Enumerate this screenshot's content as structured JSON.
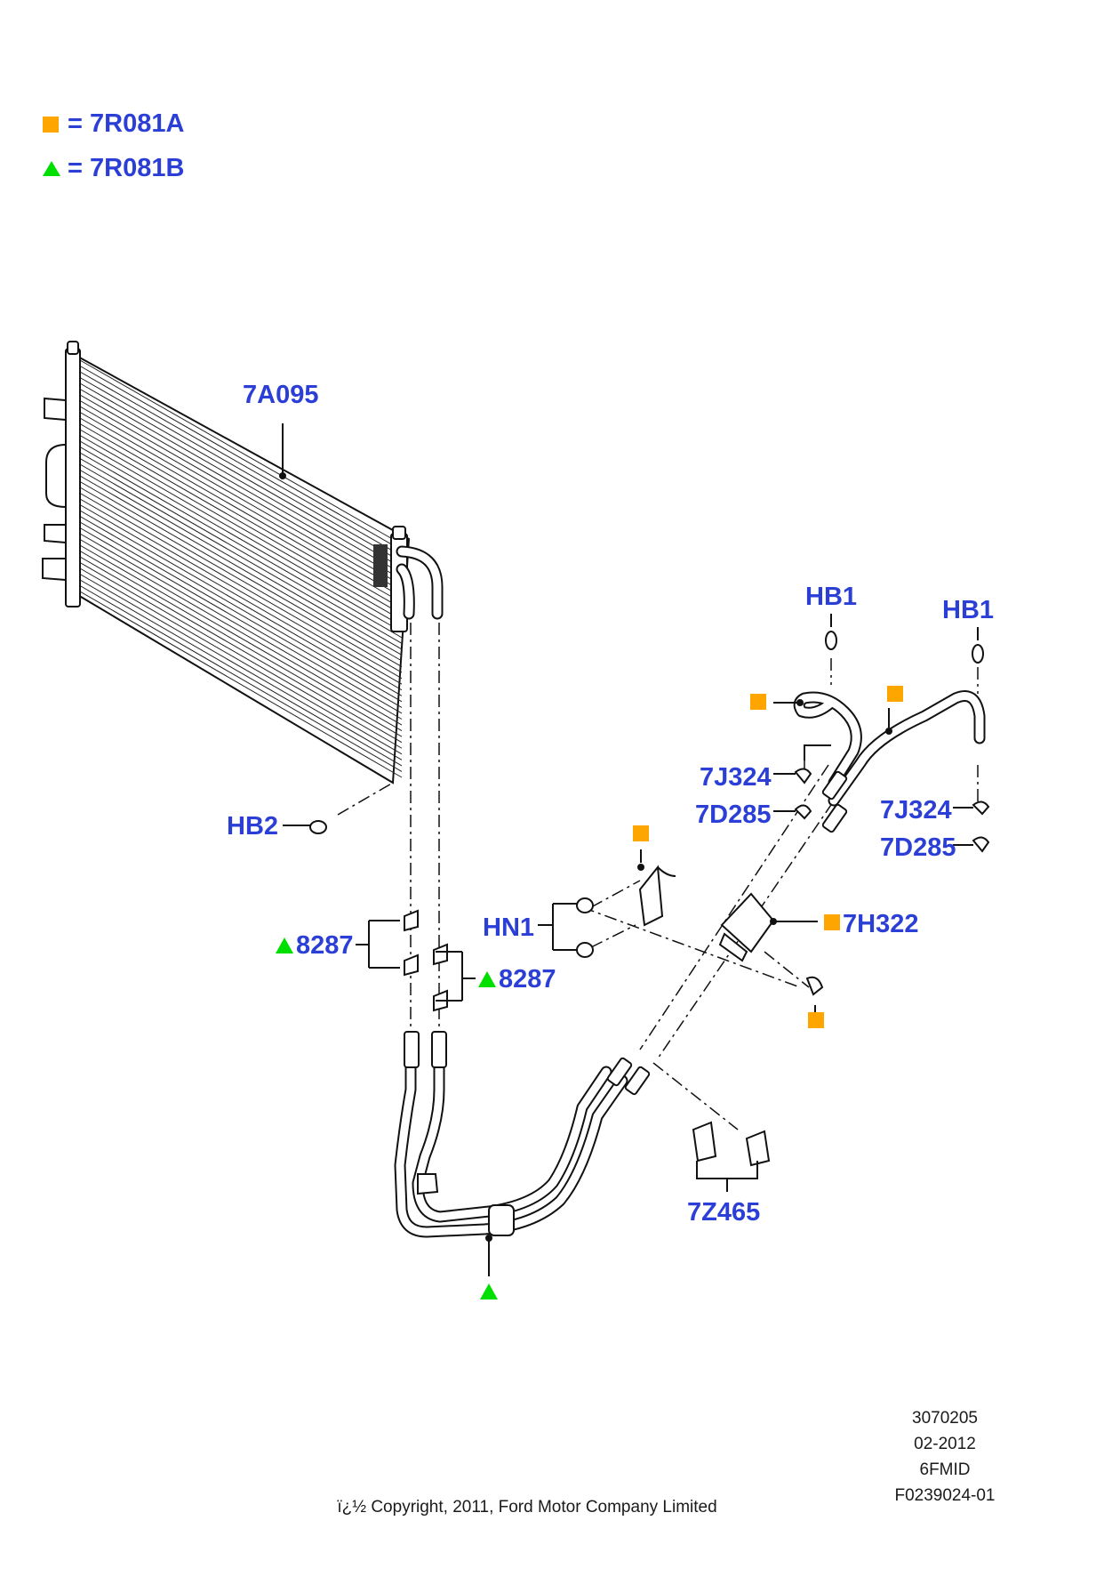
{
  "legend": [
    {
      "symbol": "square",
      "color": "#ffa500",
      "text": "= 7R081A"
    },
    {
      "symbol": "triangle",
      "color": "#00e000",
      "text": "= 7R081B"
    }
  ],
  "labels": {
    "condenser": "7A095",
    "hb1_left": "HB1",
    "hb1_right": "HB1",
    "j324_left": "7J324",
    "d285_left": "7D285",
    "j324_right": "7J324",
    "d285_right": "7D285",
    "hb2": "HB2",
    "hn1": "HN1",
    "h322": "7H322",
    "clip_left": "8287",
    "clip_right": "8287",
    "z465": "7Z465"
  },
  "footer": {
    "lines": [
      "3070205",
      "02-2012",
      "6FMID",
      "F0239024-01"
    ],
    "copyright": "ï¿½ Copyright, 2011, Ford Motor Company Limited"
  },
  "colors": {
    "label": "#2b3fd6",
    "square": "#ffa500",
    "triangle": "#00e000"
  }
}
